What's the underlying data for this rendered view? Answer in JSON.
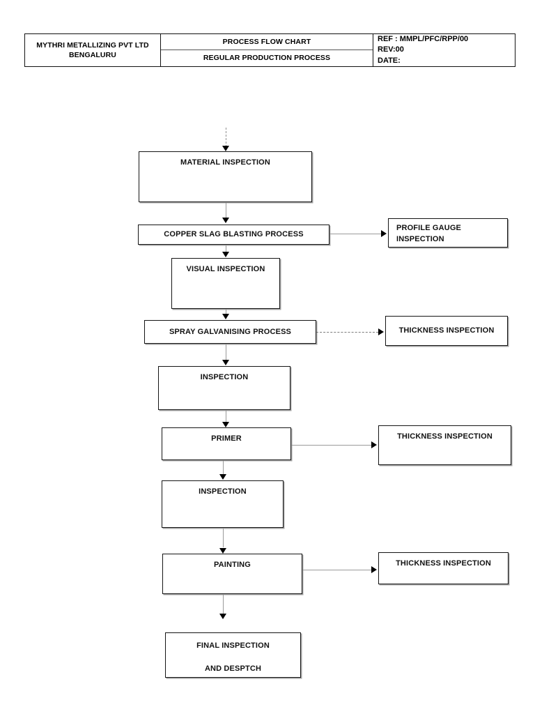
{
  "title_block": {
    "company_lines": [
      "MYTHRI METALLIZING PVT LTD",
      "BENGALURU"
    ],
    "doc_title": "PROCESS FLOW CHART",
    "doc_subtitle": "REGULAR PRODUCTION PROCESS",
    "ref_lines": [
      "REF : MMPL/PFC/RPP/00",
      "REV:00",
      "DATE:"
    ]
  },
  "chart_data": {
    "type": "diagram",
    "title": "PROCESS FLOW CHART",
    "subtitle": "REGULAR PRODUCTION PROCESS",
    "orientation": "top-to-bottom",
    "main_nodes": [
      {
        "id": "n1",
        "label": "MATERIAL INSPECTION"
      },
      {
        "id": "n2",
        "label": "COPPER SLAG BLASTING PROCESS"
      },
      {
        "id": "n3",
        "label": "VISUAL INSPECTION"
      },
      {
        "id": "n4",
        "label": "SPRAY GALVANISING PROCESS"
      },
      {
        "id": "n5",
        "label": "INSPECTION"
      },
      {
        "id": "n6",
        "label": "PRIMER"
      },
      {
        "id": "n7",
        "label": "INSPECTION"
      },
      {
        "id": "n8",
        "label": "PAINTING"
      },
      {
        "id": "n9",
        "label_line1": "FINAL INSPECTION",
        "label_line2": "AND DESPTCH"
      }
    ],
    "side_nodes": [
      {
        "id": "s1",
        "from": "n2",
        "label_line1": "PROFILE GAUGE",
        "label_line2": "INSPECTION",
        "connector": "solid"
      },
      {
        "id": "s2",
        "from": "n4",
        "label": "THICKNESS INSPECTION",
        "connector": "dashed"
      },
      {
        "id": "s3",
        "from": "n6",
        "label": "THICKNESS INSPECTION",
        "connector": "solid"
      },
      {
        "id": "s4",
        "from": "n8",
        "label": "THICKNESS INSPECTION",
        "connector": "solid"
      }
    ],
    "edges": [
      {
        "from": "start",
        "to": "n1",
        "style": "dashed"
      },
      {
        "from": "n1",
        "to": "n2",
        "style": "solid"
      },
      {
        "from": "n2",
        "to": "n3",
        "style": "solid"
      },
      {
        "from": "n3",
        "to": "n4",
        "style": "solid"
      },
      {
        "from": "n4",
        "to": "n5",
        "style": "solid"
      },
      {
        "from": "n5",
        "to": "n6",
        "style": "solid"
      },
      {
        "from": "n6",
        "to": "n7",
        "style": "solid"
      },
      {
        "from": "n7",
        "to": "n8",
        "style": "solid"
      },
      {
        "from": "n8",
        "to": "n9",
        "style": "solid"
      }
    ]
  }
}
